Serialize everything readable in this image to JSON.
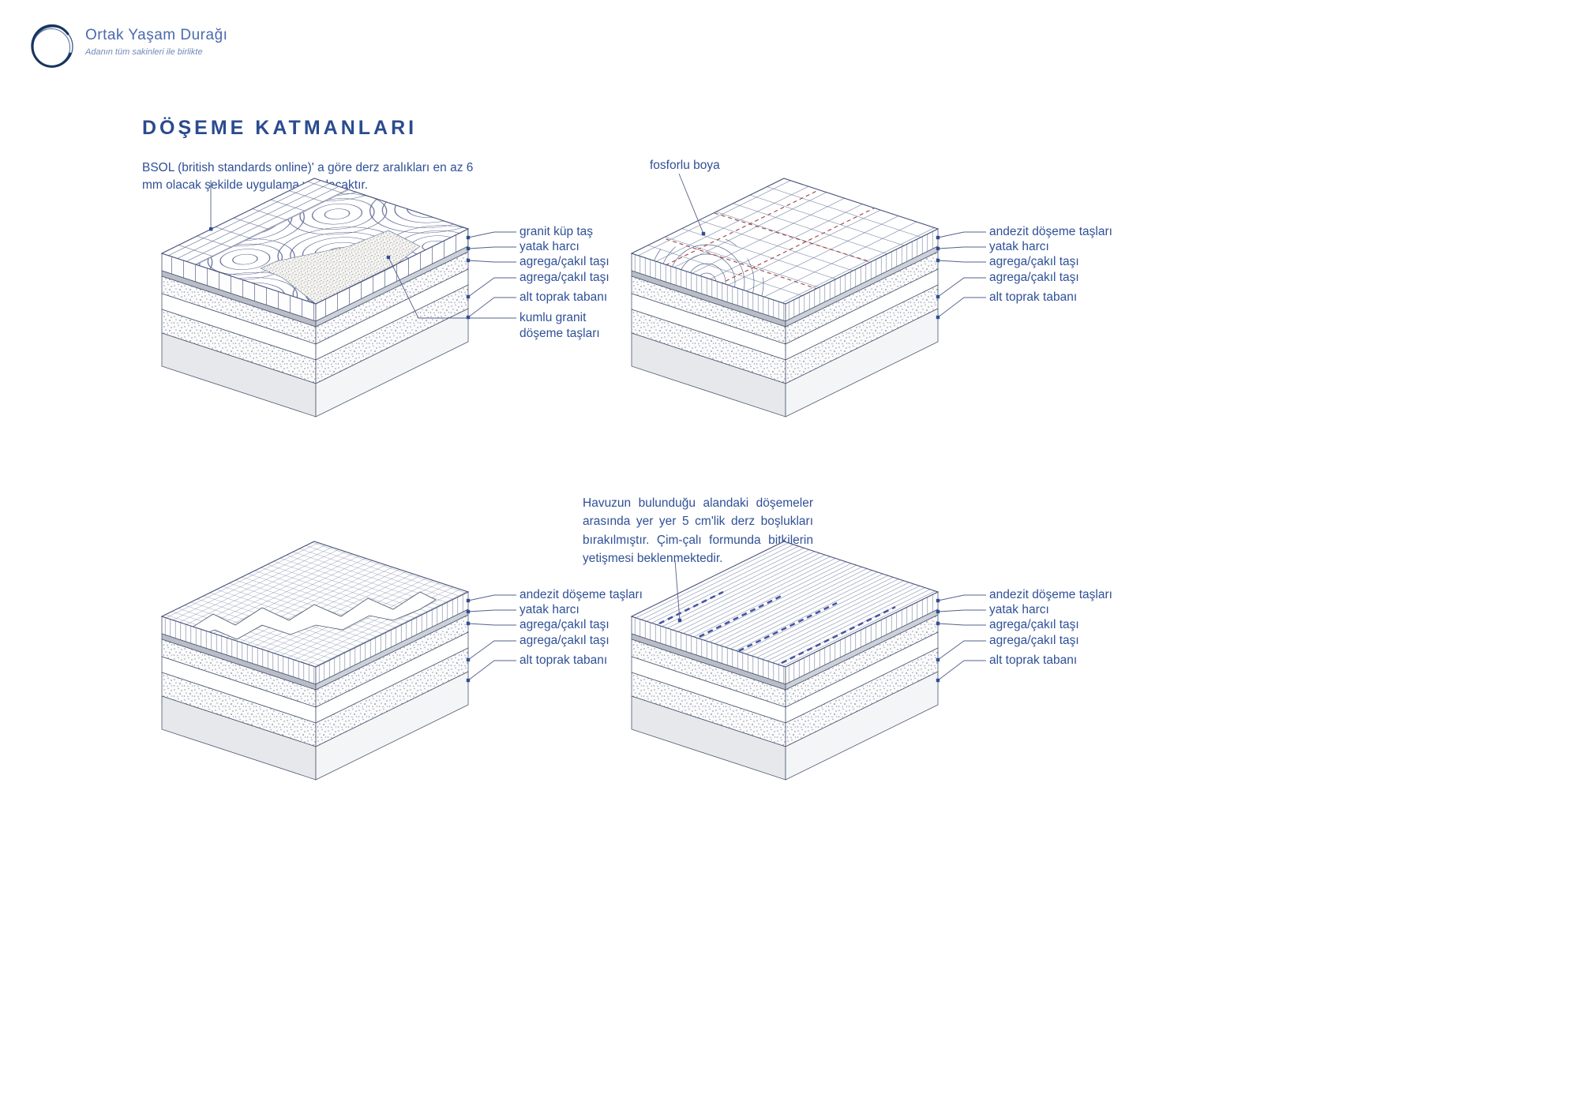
{
  "brand": {
    "name": "Ortak Yaşam Durağı",
    "tagline": "Adanın tüm sakinleri ile birlikte"
  },
  "header": {
    "title": "DÖŞEME KATMANLARI",
    "note": "BSOL (british standards online)' a göre derz aralıkları en az 6 mm olacak şekilde uygulama yapılacaktır."
  },
  "colors": {
    "accent": "#2d4e96",
    "linework": "#4a566e",
    "phosphor_red": "#9d4343",
    "joint_blue": "#4656a3"
  },
  "diagrams": [
    {
      "id": "granit-kup-tas-dosemesi",
      "annotation": "",
      "labels": [
        "granit küp taş",
        "yatak harcı",
        "agrega/çakıl taşı",
        "agrega/çakıl taşı",
        "alt toprak tabanı",
        "kumlu granit döşeme taşları"
      ]
    },
    {
      "id": "fosforlu-boyali-andezit-doseme",
      "annotation": "fosforlu boya",
      "labels": [
        "andezit döşeme taşları",
        "yatak harcı",
        "agrega/çakıl taşı",
        "agrega/çakıl taşı",
        "alt toprak tabanı"
      ]
    },
    {
      "id": "andezit-doseme",
      "annotation": "",
      "labels": [
        "andezit döşeme taşları",
        "yatak harcı",
        "agrega/çakıl taşı",
        "agrega/çakıl taşı",
        "alt toprak tabanı"
      ]
    },
    {
      "id": "havuz-cevresi-doseme",
      "annotation": "Havuzun bulunduğu alandaki döşemeler arasında yer yer 5 cm'lik derz boşlukları bırakılmıştır. Çim-çalı formunda bitkilerin yetişmesi beklenmektedir.",
      "labels": [
        "andezit döşeme taşları",
        "yatak harcı",
        "agrega/çakıl taşı",
        "agrega/çakıl taşı",
        "alt toprak tabanı"
      ]
    }
  ]
}
